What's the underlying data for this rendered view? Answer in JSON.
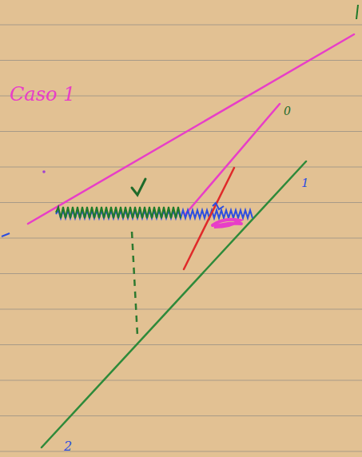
{
  "diagram": {
    "labels": [
      "Caso 1",
      "0",
      "1",
      "2"
    ]
  }
}
